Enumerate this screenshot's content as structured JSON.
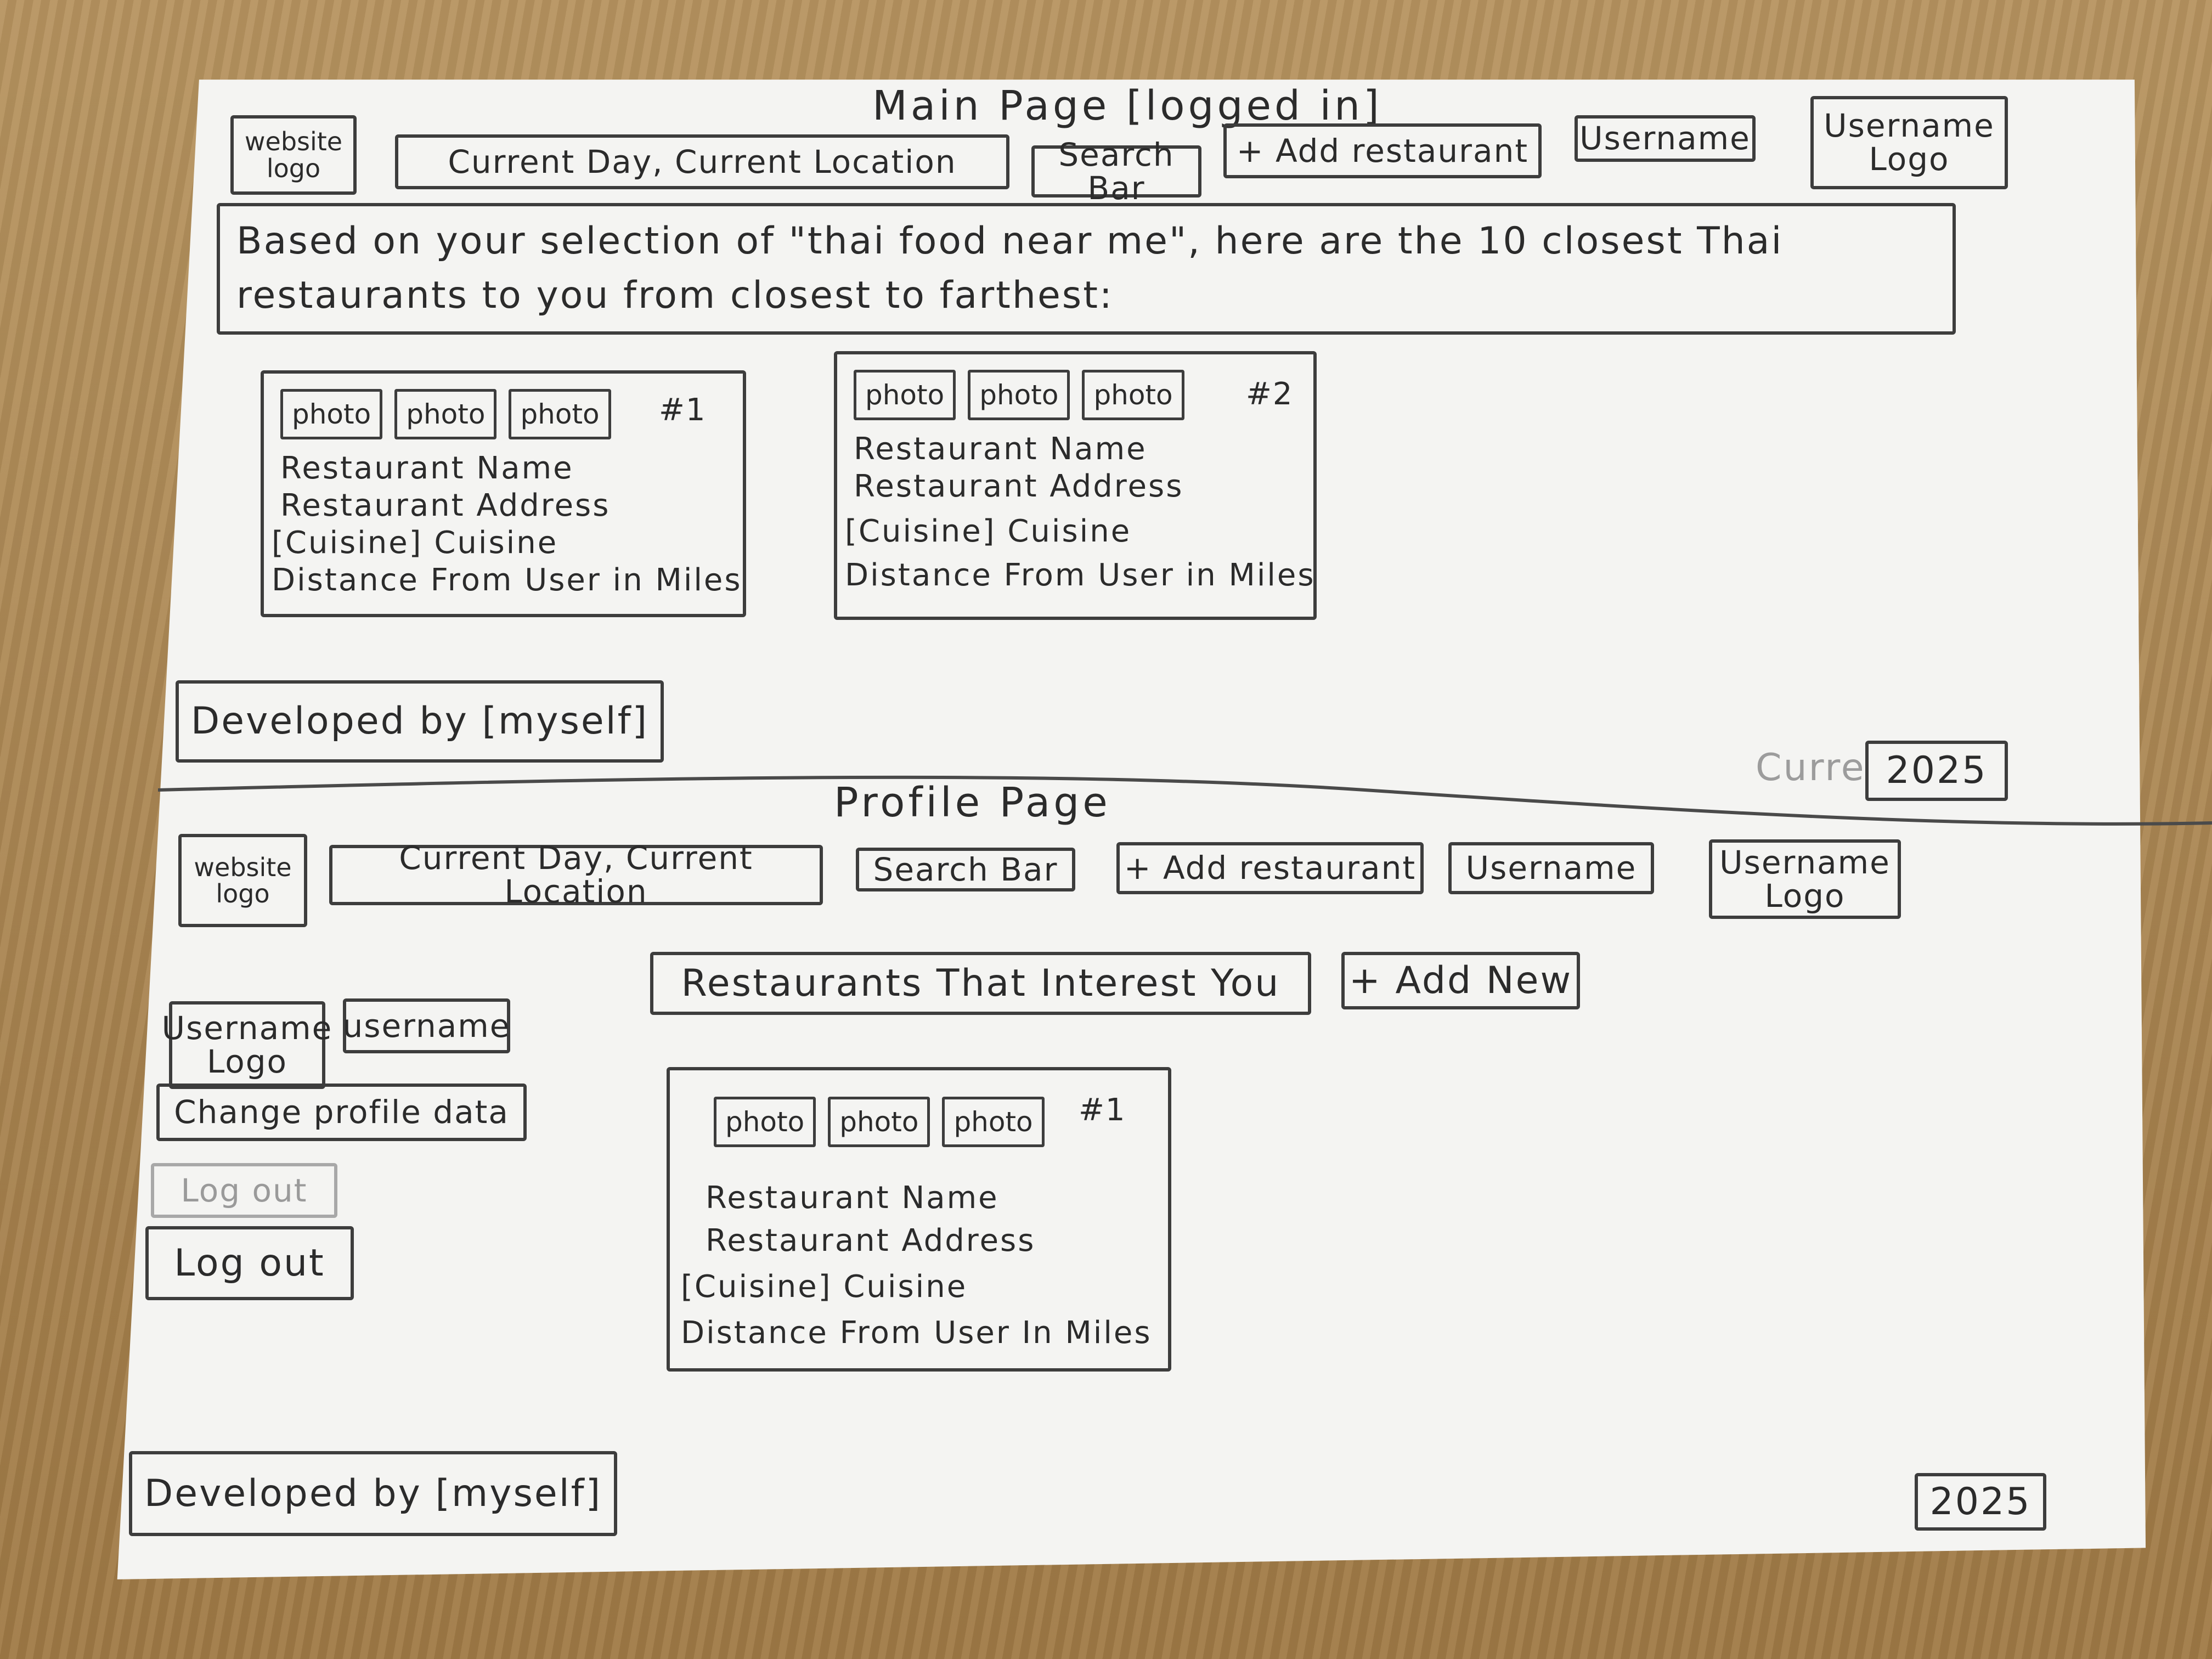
{
  "main_page": {
    "title": "Main Page [logged in]",
    "header": {
      "website_logo": "website logo",
      "current_day_location": "Current Day, Current Location",
      "search_bar": "Search Bar",
      "add_restaurant": "+ Add restaurant",
      "username": "Username",
      "username_logo": "Username Logo"
    },
    "selection_message": "Based on your selection of \"thai food near me\", here are the 10 closest Thai restaurants to you from closest to farthest:",
    "cards": [
      {
        "photos": [
          "photo",
          "photo",
          "photo"
        ],
        "number": "#1",
        "name": "Restaurant Name",
        "address": "Restaurant Address",
        "cuisine": "[Cuisine] Cuisine",
        "distance": "Distance From User in Miles"
      },
      {
        "photos": [
          "photo",
          "photo",
          "photo"
        ],
        "number": "#2",
        "name": "Restaurant Name",
        "address": "Restaurant Address",
        "cuisine": "[Cuisine] Cuisine",
        "distance": "Distance From User in Miles"
      }
    ],
    "footer": {
      "developed_by": "Developed by [myself]",
      "crossed_out": "Curre",
      "year": "2025"
    }
  },
  "profile_page": {
    "title": "Profile Page",
    "header": {
      "website_logo": "website logo",
      "current_day_location": "Current Day, Current Location",
      "search_bar": "Search Bar",
      "add_restaurant": "+ Add restaurant",
      "username": "Username",
      "username_logo": "Username Logo"
    },
    "sidebar": {
      "username_logo": "Username Logo",
      "username": "username",
      "change_profile": "Change profile data",
      "log_out_faint": "Log out",
      "log_out": "Log out"
    },
    "section_title": "Restaurants That Interest You",
    "add_new": "+ Add New",
    "card": {
      "photos": [
        "photo",
        "photo",
        "photo"
      ],
      "number": "#1",
      "name": "Restaurant Name",
      "address": "Restaurant Address",
      "cuisine": "[Cuisine] Cuisine",
      "distance": "Distance From User In Miles"
    },
    "footer": {
      "developed_by": "Developed by [myself]",
      "year": "2025"
    }
  }
}
